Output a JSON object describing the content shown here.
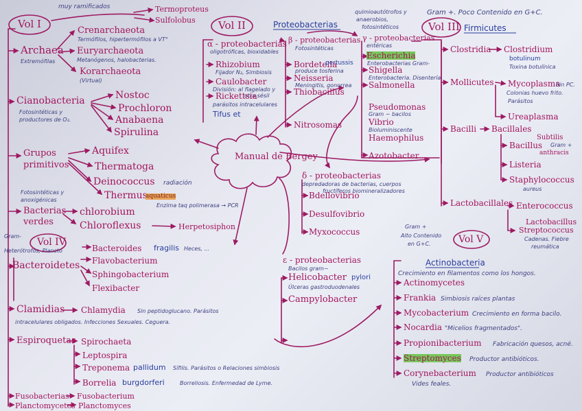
{
  "colors": {
    "magenta_ink": "#a1155d",
    "note_ink": "#3c3f80",
    "blue_ink": "#283d9c",
    "green_highlight": "#78c85a",
    "orange_highlight": "#e8a058"
  },
  "center": {
    "title": "Manual de Bergey"
  },
  "vol1": {
    "label": "Vol I",
    "top_note": "muy ramificados",
    "termo1": "Termoproteus",
    "termo2": "Sulfolobus",
    "archaea": "Archaea",
    "archaea_note": "Extremófilas",
    "crenarchaeota": "Crenarchaeota",
    "cren_note": "Termófilos, hipertermófilos a VT°",
    "euryarchaeota": "Euryarchaeota",
    "eury_note": "Metanógenos, halobacterias.",
    "korarchaeota": "Korarchaeota",
    "kor_note": "(Virtual)",
    "cianobacteria": "Cianobacteria",
    "ciano_note1": "Fotosintéticas y",
    "ciano_note2": "productores de O₂.",
    "nostoc": "Nostoc",
    "prochloron": "Prochloron",
    "anabaena": "Anabaena",
    "spirulina": "Spirulina",
    "grupos1": "Grupos",
    "grupos2": "primitivos",
    "aquifex": "Aquifex",
    "thermatoga": "Thermatoga",
    "deinococcus": "Deinococcus",
    "deino_note": "radiación",
    "thermus": "Thermus",
    "thermus_hl": "aquaticus",
    "thermus_note": "Enzima taq polimerasa → PCR",
    "foto_note1": "Fotosintéticas y",
    "foto_note2": "anoxigénicas",
    "bact_verdes1": "Bacterias",
    "bact_verdes2": "verdes",
    "chlorobium": "chlorobium",
    "chloroflexus": "Chloroflexus",
    "herpetosiphon": "Herpetosiphon"
  },
  "vol2": {
    "label": "Vol II",
    "proteobacterias": "Proteobacterias",
    "alpha": "α - proteobacterias",
    "alpha_note": "oligotróficas, bioxidables",
    "rhizobium": "Rhizobium",
    "rhizo_note": "Fijador N₂, Simbiosis",
    "caulobacter": "Caulobacter",
    "caulo_note1": "División: al flagelado y",
    "caulo_note2": "otra sésil",
    "rickettsia": "Rickettsia",
    "rick_note": "parásitos intracelulares",
    "rick_note2": "Tifus et",
    "beta": "β - proteobacterias",
    "beta_note": "Fotosintéticas",
    "bordetella": "Bordetella",
    "pertussis": "pertussis",
    "bord_note": "produce tosferina",
    "neisseria": "Neisseria",
    "neis_note": "Meningitis, gonorrea",
    "thiobacillus": "Thiobacillus",
    "nitrosomas": "Nitrosomas",
    "gamma_note1": "quimioautótrofos y",
    "gamma_note2": "anaerobios,",
    "gamma_note3": "fotosintéticos",
    "gamma": "γ - proteobacterias",
    "gamma_note4": "entéricas",
    "escherichia": "Escherichia",
    "esch_note": "Enterobacterias Gram-",
    "shigella": "Shigella",
    "shig_note": "Enterobacteria. Disentería",
    "salmonella": "Salmonella",
    "pseudomonas": "Pseudomonas",
    "pseudo_note": "Gram − bacilos",
    "vibrio": "Vibrio",
    "vibrio_note": "Bioluminiscente",
    "haemophilus": "Haemophilus",
    "azotobacter": "Azotobacter",
    "delta": "δ - proteobacterias",
    "delta_note1": "depredadoras de bacterias, cuerpos",
    "delta_note2": "fructíferos biomineralizadores",
    "bdellovibrio": "Bdellovibrio",
    "desulfovibrio": "Desulfovibrio",
    "myxococcus": "Myxococcus",
    "epsilon": "ε - proteobacterias",
    "eps_note": "Bacilos gram−",
    "helicobacter": "Helicobacter",
    "pylori": "pylori",
    "eps_note2": "Úlceras gastroduodenales",
    "campylobacter": "Campylobacter"
  },
  "vol3": {
    "label": "Vol III",
    "header": "Gram +. Poco Contenido en G+C.",
    "firmicutes": "Firmicutes",
    "clostridia": "Clostridia",
    "clostridium": "Clostridium",
    "botulinum": "botulinum",
    "botu_note": "Toxina botulínica",
    "mollicutes": "Mollicutes",
    "mycoplasma": "Mycoplasma",
    "myco_note0": "Sin PC.",
    "myco_note1": "Colonias huevo frito.",
    "myco_note2": "Parásitos",
    "ureaplasma": "Ureaplasma",
    "bacilli": "Bacilli",
    "bacillales": "Bacillales",
    "subtilis": "Subtilis",
    "bacillus": "Bacillus",
    "anthracis": "anthracis",
    "gram_plus": "Gram +",
    "listeria": "Listeria",
    "staphylococcus": "Staphylococcus",
    "aureus": "aureus",
    "lactobacillales": "Lactobacillales",
    "enterococcus": "Enterococcus",
    "lactobacillus": "Lactobacillus",
    "streptococcus": "Streptococcus",
    "strep_note1": "Cadenas. Fiebre",
    "strep_note2": "reumática"
  },
  "vol4": {
    "label": "Vol IV",
    "gram_note": "Gram-",
    "bact_note": "Heterótrofos, Plancto",
    "bacteroidetes": "Bacteroidetes",
    "bacteroides": "Bacteroides",
    "fragilis": "fragilis",
    "bacteroides_note": "Heces, ...",
    "flavobacterium": "Flavobacterium",
    "sphingobacterium": "Sphingobacterium",
    "flexibacter": "Flexibacter",
    "clamidias": "Clamidias",
    "chlamydia": "Chlamydia",
    "chlam_note1": "Sin peptidoglucano. Parásitos",
    "chlam_note2": "intracelulares obligados. Infecciones Sexuales. Ceguera.",
    "espiroquetas": "Espiroquetas",
    "spirochaeta": "Spirochaeta",
    "leptospira": "Leptospira",
    "treponema": "Treponema",
    "pallidum": "pallidum",
    "trep_note": "Sífilis. Parásitos o Relaciones simbiosis",
    "borrelia": "Borrelia",
    "burgdorferi": "burgdorferi",
    "borr_note": "Borreliosis. Enfermedad de Lyme.",
    "fusobacterias": "Fusobacterias",
    "fusobacterium": "Fusobacterium",
    "planctomycetes": "Planctomycetes",
    "planctomyces": "Planctomyces"
  },
  "vol5": {
    "label": "Vol V",
    "note1": "Gram +",
    "note2": "Alto Contenido",
    "note3": "en G+C.",
    "actinobacteria": "Actinobacteria",
    "actino_note": "Crecimiento en filamentos como los hongos.",
    "actinomycetes": "Actinomycetes",
    "frankia": "Frankia",
    "frankia_note": "Simbiosis raíces plantas",
    "mycobacterium": "Mycobacterium",
    "myco_note": "Crecimiento en forma bacilo.",
    "nocardia": "Nocardia",
    "nocardia_note": "\"Micelios fragmentados\".",
    "propionibacterium": "Propionibacterium",
    "propioni_note": "Fabricación quesos, acné.",
    "streptomyces": "Streptomyces",
    "strepto_note": "Productor antibióticos.",
    "corynebacterium": "Corynebacterium",
    "coryne_note1": "Productor antibióticos",
    "coryne_note2": "Vides feales."
  }
}
